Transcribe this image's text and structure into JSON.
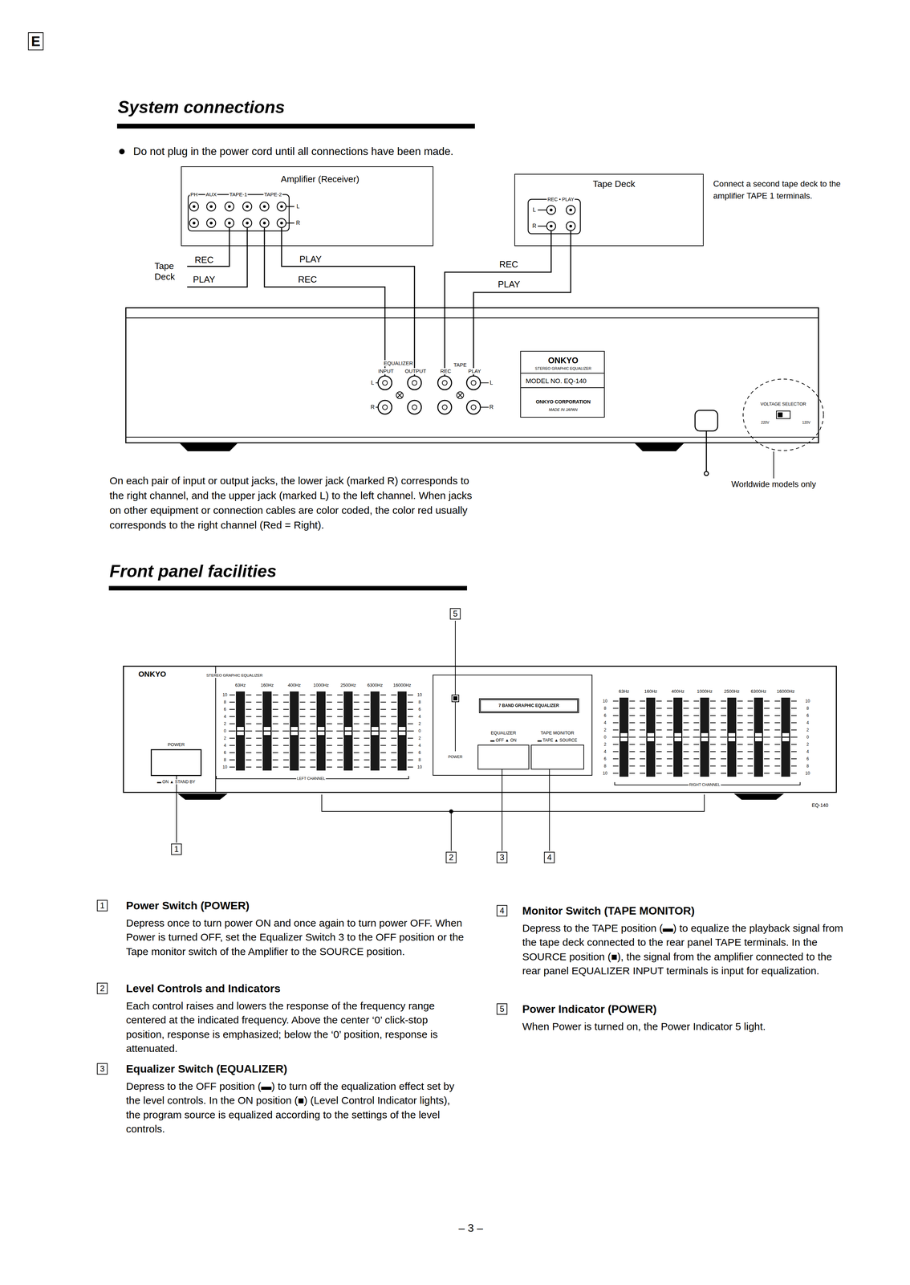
{
  "diagram": {
    "title": "System connections",
    "nodes": [
      {
        "text": [
          "Amplifier (Receiver)"
        ]
      },
      {
        "text": [
          "Tape Deck"
        ]
      },
      {
        "text": [
          "EQUALIZER",
          "INPUT",
          "OUTPUT",
          "TAPE",
          "REC",
          "PLAY"
        ]
      },
      {
        "text": [
          "ONKYO",
          "STEREO GRAPHIC EQUALIZER",
          "MODEL NO. EQ-140",
          "ONKYO CORPORATION",
          "MADE IN JAPAN"
        ],
        "in": 2
      },
      {
        "text": [
          "VOLTAGE SELECTOR",
          "220V",
          "120V"
        ],
        "in": 2
      },
      {
        "text": [
          "ONKYO",
          "STEREO GRAPHIC EQUALIZER",
          "EQ-140"
        ]
      },
      {
        "text": [
          "POWER",
          "▬ ON ▲ STAND BY"
        ],
        "in": 5
      },
      {
        "text": [
          "POWER"
        ],
        "in": 5
      },
      {
        "text": [
          "7 BAND GRAPHIC EQUALIZER"
        ],
        "in": 7
      },
      {
        "text": [
          "EQUALIZER",
          "▬ OFF ▲ ON"
        ],
        "in": 7
      },
      {
        "text": [
          "TAPE MONITOR",
          "▬ TAPE ▲ SOURCE"
        ],
        "in": 7
      }
    ],
    "edges": [
      {
        "from": 0,
        "to": 2,
        "label": "PLAY",
        "arrow": "none"
      },
      {
        "from": 0,
        "to": 2,
        "label": "REC",
        "arrow": "none"
      },
      {
        "from": 1,
        "to": 2,
        "label": "REC",
        "arrow": "none"
      },
      {
        "from": 1,
        "to": 2,
        "label": "PLAY",
        "arrow": "none"
      }
    ],
    "labels": [
      "E",
      "Do not plug in the power cord until all connections have been made.",
      "PH",
      "AUX",
      "TAPE-1",
      "TAPE-2",
      "L",
      "R",
      "REC • PLAY",
      "L",
      "R",
      "Connect a second tape deck to the amplifier TAPE 1 terminals.",
      "Tape Deck",
      "REC",
      "PLAY",
      "L",
      "R",
      "L",
      "R",
      "Worldwide models only",
      "On each pair of input or output jacks, the lower jack (marked R) corresponds to the right channel, and the upper jack (marked L) to the left channel. When jacks on other equipment or connection cables are color coded, the color red usually corresponds to the right channel (Red = Right).",
      "Front panel facilities",
      "5",
      "63Hz",
      "160Hz",
      "400Hz",
      "1000Hz",
      "2500Hz",
      "6300Hz",
      "16000Hz",
      "63Hz",
      "160Hz",
      "400Hz",
      "1000Hz",
      "2500Hz",
      "6300Hz",
      "16000Hz",
      "10",
      "8",
      "6",
      "4",
      "2",
      "0",
      "2",
      "4",
      "6",
      "8",
      "10",
      "10",
      "8",
      "6",
      "4",
      "2",
      "0",
      "2",
      "4",
      "6",
      "8",
      "10",
      "10",
      "8",
      "6",
      "4",
      "2",
      "0",
      "2",
      "4",
      "6",
      "8",
      "10",
      "10",
      "8",
      "6",
      "4",
      "2",
      "0",
      "2",
      "4",
      "6",
      "8",
      "10",
      "LEFT CHANNEL",
      "RIGHT CHANNEL",
      "1",
      "2",
      "3",
      "4",
      "1",
      "Power Switch (POWER)",
      "Depress once to turn power ON and once again to turn power OFF. When Power is turned OFF, set the Equalizer Switch 3 to the OFF position or the Tape monitor switch of the Amplifier to the SOURCE position.",
      "2",
      "Level Controls and Indicators",
      "Each control raises and lowers the response of the frequency range centered at the indicated frequency. Above the center ‘0’ click-stop position, response is emphasized; below the ‘0’ position, response is attenuated.",
      "3",
      "Equalizer Switch (EQUALIZER)",
      "Depress to the OFF position (▬) to turn off the equalization effect set by the level controls. In the ON position (■) (Level Control Indicator lights), the program source is equalized according to the settings of the level controls.",
      "4",
      "Monitor Switch (TAPE MONITOR)",
      "Depress to the TAPE position (▬) to equalize the playback signal from the tape deck connected to the rear panel TAPE terminals. In the SOURCE position (■), the signal from the amplifier connected to the rear panel EQUALIZER INPUT terminals is input for equalization.",
      "5",
      "Power Indicator (POWER)",
      "When Power is turned on, the Power Indicator 5 light.",
      "– 3 –"
    ]
  }
}
